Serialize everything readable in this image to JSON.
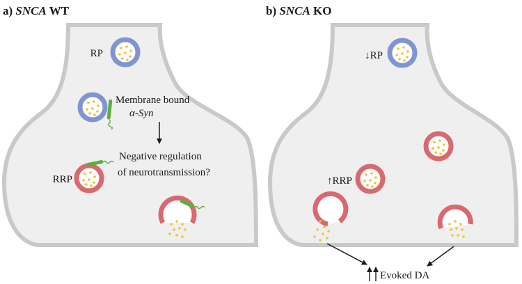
{
  "panel_a": {
    "label": "a)",
    "gene": "SNCA",
    "condition": "WT",
    "labels": {
      "rp": "RP",
      "membrane_bound": "Membrane bound",
      "asyn": "α-Syn",
      "negative_regulation": "Negative regulation",
      "neurotransmission": "of neurotransmission?",
      "rrp": "RRP"
    }
  },
  "panel_b": {
    "label": "b)",
    "gene": "SNCA",
    "condition": "KO",
    "labels": {
      "rp": "↓RP",
      "rrp": "↑RRP",
      "evoked_da": "Evoked DA",
      "evoked_da_arrows": "↑↑"
    }
  },
  "colors": {
    "terminal_fill": "#efefef",
    "terminal_stroke": "#c9c9c9",
    "rp_vesicle": "#7f95d1",
    "rrp_vesicle": "#d9696e",
    "dopamine": "#f2c233",
    "asyn": "#5cae3c"
  },
  "icons": [
    "reserve-pool-vesicle",
    "readily-releasable-pool-vesicle",
    "alpha-synuclein-protein",
    "dopamine-granule"
  ]
}
